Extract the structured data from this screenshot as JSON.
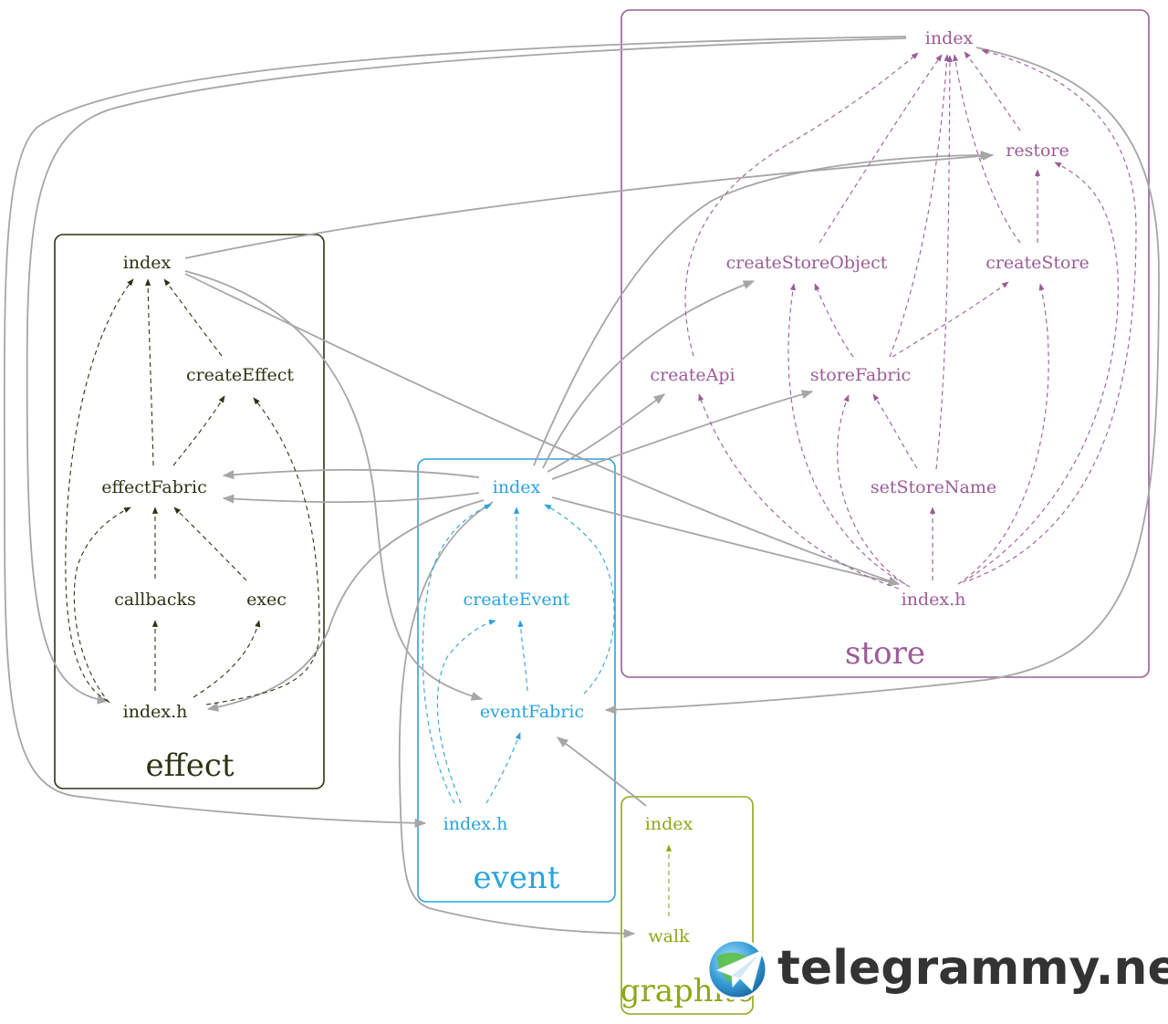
{
  "colors": {
    "store": "#9b5c96",
    "effect": "#2b3413",
    "event": "#2aa3dd",
    "graphite": "#8da81a",
    "cross_edge": "#a6a6a6",
    "watermark_text": "#333333",
    "watermark_globe": "#3aa0d8"
  },
  "clusters": {
    "store": {
      "label": "store",
      "nodes": {
        "index": "index",
        "restore": "restore",
        "createStoreObject": "createStoreObject",
        "createStore": "createStore",
        "createApi": "createApi",
        "storeFabric": "storeFabric",
        "setStoreName": "setStoreName",
        "index_h": "index.h"
      }
    },
    "effect": {
      "label": "effect",
      "nodes": {
        "index": "index",
        "createEffect": "createEffect",
        "effectFabric": "effectFabric",
        "callbacks": "callbacks",
        "exec": "exec",
        "index_h": "index.h"
      }
    },
    "event": {
      "label": "event",
      "nodes": {
        "index": "index",
        "createEvent": "createEvent",
        "eventFabric": "eventFabric",
        "index_h": "index.h"
      }
    },
    "graphite": {
      "label": "graphite",
      "nodes": {
        "index": "index",
        "walk": "walk"
      }
    }
  },
  "edges": {
    "dashed_internal": [
      [
        "store.restore",
        "store.index"
      ],
      [
        "store.createStoreObject",
        "store.index"
      ],
      [
        "store.createStore",
        "store.index"
      ],
      [
        "store.createStore",
        "store.restore"
      ],
      [
        "store.createApi",
        "store.index"
      ],
      [
        "store.storeFabric",
        "store.index"
      ],
      [
        "store.storeFabric",
        "store.createStoreObject"
      ],
      [
        "store.storeFabric",
        "store.createStore"
      ],
      [
        "store.setStoreName",
        "store.index"
      ],
      [
        "store.setStoreName",
        "store.storeFabric"
      ],
      [
        "store.index_h",
        "store.setStoreName"
      ],
      [
        "store.index_h",
        "store.index"
      ],
      [
        "store.index_h",
        "store.restore"
      ],
      [
        "store.index_h",
        "store.createStore"
      ],
      [
        "store.index_h",
        "store.createStoreObject"
      ],
      [
        "store.index_h",
        "store.storeFabric"
      ],
      [
        "store.index_h",
        "store.createApi"
      ],
      [
        "effect.createEffect",
        "effect.index"
      ],
      [
        "effect.effectFabric",
        "effect.index"
      ],
      [
        "effect.effectFabric",
        "effect.createEffect"
      ],
      [
        "effect.callbacks",
        "effect.effectFabric"
      ],
      [
        "effect.exec",
        "effect.effectFabric"
      ],
      [
        "effect.index_h",
        "effect.index"
      ],
      [
        "effect.index_h",
        "effect.effectFabric"
      ],
      [
        "effect.index_h",
        "effect.callbacks"
      ],
      [
        "effect.index_h",
        "effect.exec"
      ],
      [
        "effect.index_h",
        "effect.createEffect"
      ],
      [
        "event.createEvent",
        "event.index"
      ],
      [
        "event.eventFabric",
        "event.createEvent"
      ],
      [
        "event.eventFabric",
        "event.index"
      ],
      [
        "event.index_h",
        "event.eventFabric"
      ],
      [
        "event.index_h",
        "event.createEvent"
      ],
      [
        "event.index_h",
        "event.index"
      ],
      [
        "graphite.walk",
        "graphite.index"
      ]
    ],
    "solid_cross": [
      [
        "effect.index",
        "store.restore"
      ],
      [
        "effect.index",
        "store.index_h"
      ],
      [
        "effect.index",
        "event.eventFabric"
      ],
      [
        "event.index",
        "effect.effectFabric"
      ],
      [
        "event.index",
        "effect.effectFabric"
      ],
      [
        "event.index",
        "store.createApi"
      ],
      [
        "event.index",
        "store.storeFabric"
      ],
      [
        "event.index",
        "store.createStoreObject"
      ],
      [
        "event.index",
        "store.restore"
      ],
      [
        "event.index",
        "store.index_h"
      ],
      [
        "event.index",
        "effect.index_h"
      ],
      [
        "event.index",
        "graphite.walk"
      ],
      [
        "store.index",
        "effect.index_h"
      ],
      [
        "store.index",
        "event.index_h"
      ],
      [
        "store.index",
        "event.eventFabric"
      ],
      [
        "graphite.index",
        "event.eventFabric"
      ]
    ]
  },
  "watermark": {
    "text": "telegrammy.net",
    "icon": "paper-plane-globe-icon"
  }
}
